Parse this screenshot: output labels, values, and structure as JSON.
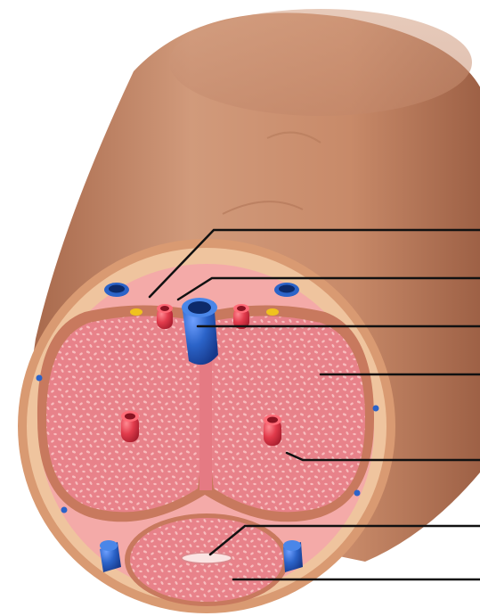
{
  "diagram": {
    "subject": "penis-cross-section",
    "labels": [
      "",
      "",
      "",
      "",
      "",
      "",
      ""
    ],
    "colors": {
      "skin": "#c98e6e",
      "skin_dark": "#a8694c",
      "outer_layer": "#e9b98f",
      "fascia": "#f2a8a6",
      "erectile_body": "#e87f86",
      "erectile_pattern": "#f7b8b9",
      "membrane": "#c8795e",
      "artery": "#e23b4c",
      "vein": "#2b63c8",
      "nerve": "#f0c21e",
      "leader_line": "#111111"
    },
    "structures": [
      "skin",
      "superficial-dorsal-vein",
      "dorsal-nerve",
      "dorsal-artery",
      "deep-dorsal-vein",
      "corpus-cavernosum",
      "cavernosal-artery",
      "urethra",
      "corpus-spongiosum"
    ]
  }
}
